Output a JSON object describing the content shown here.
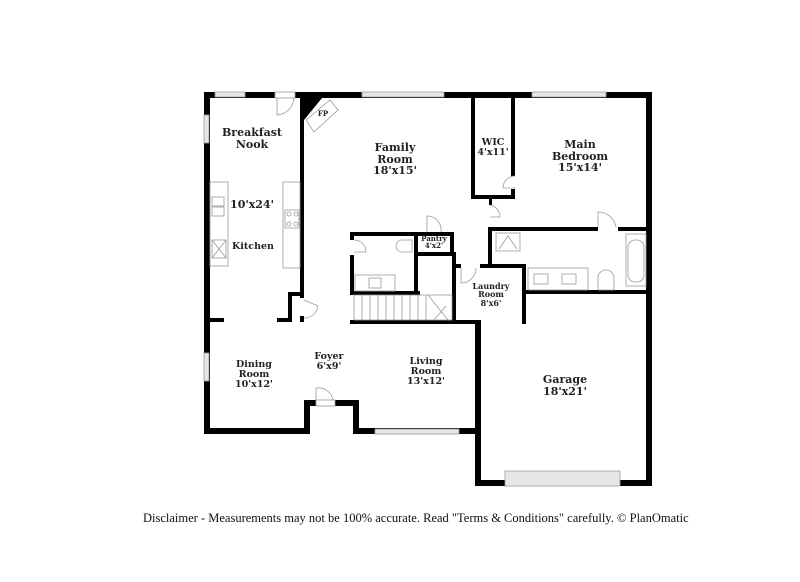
{
  "floorplan": {
    "rooms": [
      {
        "id": "breakfast-nook",
        "name_line1": "Breakfast",
        "name_line2": "Nook",
        "dimensions": ""
      },
      {
        "id": "kitchen",
        "name_line1": "Kitchen",
        "name_line2": "",
        "dimensions": "10'x24'"
      },
      {
        "id": "family-room",
        "name_line1": "Family",
        "name_line2": "Room",
        "dimensions": "18'x15'"
      },
      {
        "id": "wic",
        "name_line1": "WIC",
        "name_line2": "",
        "dimensions": "4'x11'"
      },
      {
        "id": "main-bedroom",
        "name_line1": "Main",
        "name_line2": "Bedroom",
        "dimensions": "15'x14'"
      },
      {
        "id": "pantry",
        "name_line1": "Pantry",
        "name_line2": "",
        "dimensions": "4'x2'"
      },
      {
        "id": "laundry-room",
        "name_line1": "Laundry",
        "name_line2": "Room",
        "dimensions": "8'x6'"
      },
      {
        "id": "dining-room",
        "name_line1": "Dining",
        "name_line2": "Room",
        "dimensions": "10'x12'"
      },
      {
        "id": "foyer",
        "name_line1": "Foyer",
        "name_line2": "",
        "dimensions": "6'x9'"
      },
      {
        "id": "living-room",
        "name_line1": "Living",
        "name_line2": "Room",
        "dimensions": "13'x12'"
      },
      {
        "id": "garage",
        "name_line1": "Garage",
        "name_line2": "",
        "dimensions": "18'x21'"
      }
    ],
    "fireplace_label": "FP",
    "wall_color": "#000000",
    "fixture_color": "#9a9a9a",
    "window_fill": "#e6e6e6"
  },
  "disclaimer": "Disclaimer - Measurements may not be 100% accurate. Read \"Terms & Conditions\" carefully. © PlanOmatic"
}
